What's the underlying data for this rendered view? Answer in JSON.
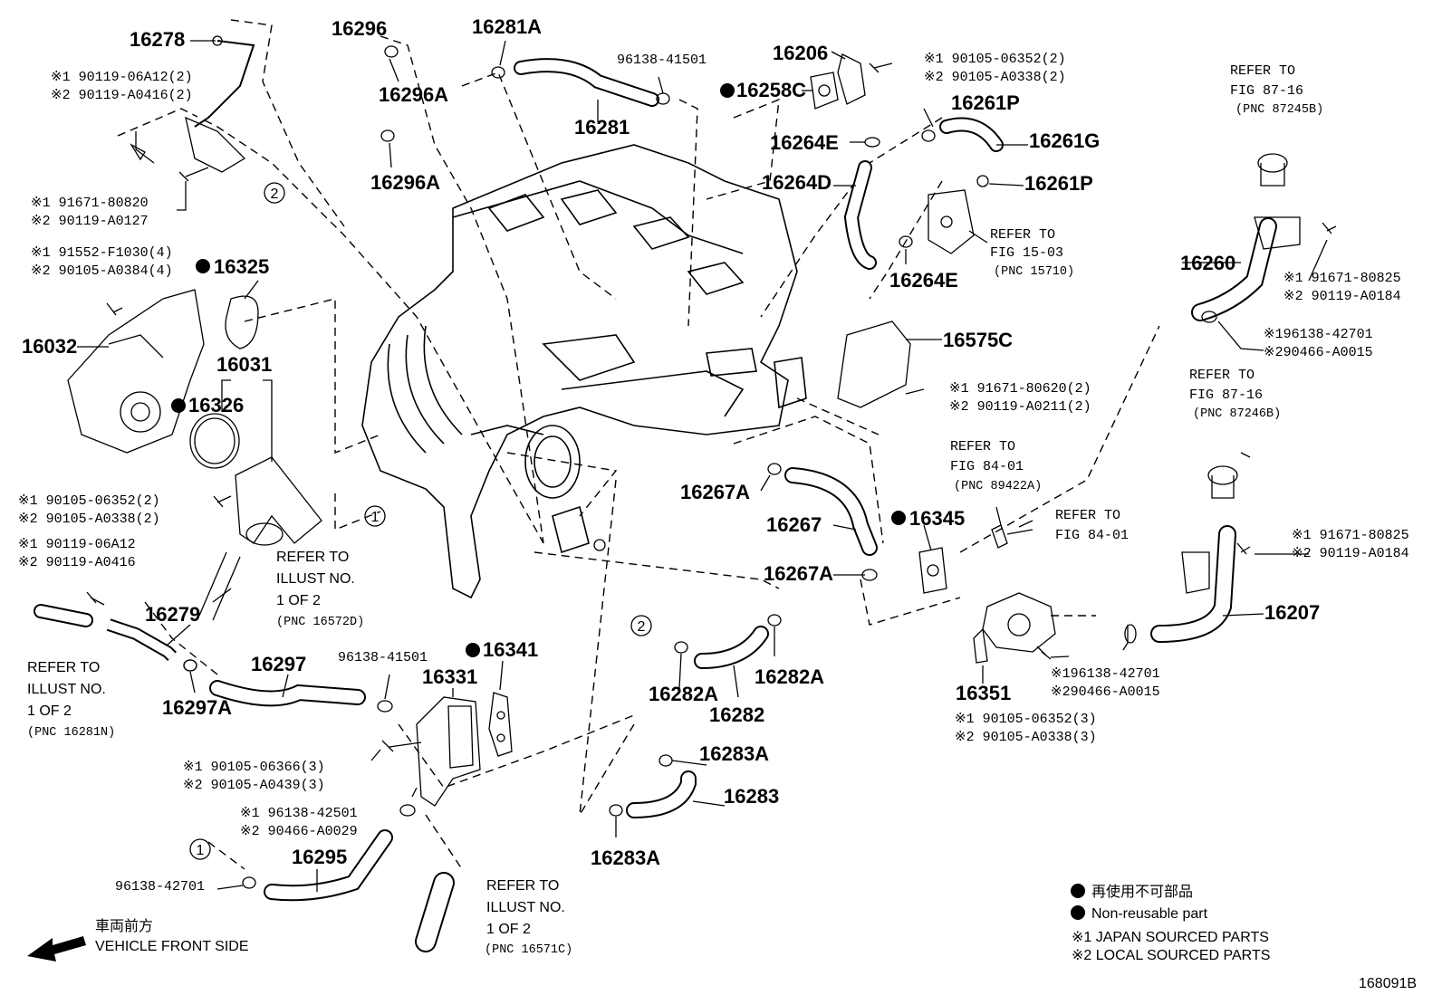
{
  "diagram_id": "168091B",
  "legend": {
    "non_reusable_jp": "再使用不可部品",
    "non_reusable_en": "Non-reusable part",
    "japan_sourced": "※1  JAPAN SOURCED PARTS",
    "local_sourced": "※2  LOCAL SOURCED PARTS"
  },
  "direction": {
    "jp": "車両前方",
    "en": "VEHICLE FRONT SIDE"
  },
  "callouts": {
    "one": "1",
    "two": "2"
  },
  "parts": {
    "p16278": "16278",
    "p16296": "16296",
    "p16296A_1": "16296A",
    "p16296A_2": "16296A",
    "p16281A": "16281A",
    "p16281": "16281",
    "p96138_41501_top": "96138-41501",
    "p16206": "16206",
    "p16258C": "16258C",
    "p16261P_1": "16261P",
    "p16261G": "16261G",
    "p16264E_1": "16264E",
    "p16264D": "16264D",
    "p16261P_2": "16261P",
    "p16264E_2": "16264E",
    "p16260": "16260",
    "p16325": "16325",
    "p16032": "16032",
    "p16031": "16031",
    "p16326": "16326",
    "p16575C": "16575C",
    "p16267A_1": "16267A",
    "p16267": "16267",
    "p16345": "16345",
    "p16267A_2": "16267A",
    "p16279": "16279",
    "p16297": "16297",
    "p16297A": "16297A",
    "p96138_41501_mid": "96138-41501",
    "p16341": "16341",
    "p16331": "16331",
    "p16282A_1": "16282A",
    "p16282A_2": "16282A",
    "p16282": "16282",
    "p16283A_1": "16283A",
    "p16283": "16283",
    "p16283A_2": "16283A",
    "p16295": "16295",
    "p96138_42701": "96138-42701",
    "p16351": "16351",
    "p16207": "16207"
  },
  "notes": {
    "n1a": "※1 90119-06A12(2)",
    "n1b": "※2 90119-A0416(2)",
    "n2a": "※1 91671-80820",
    "n2b": "※2 90119-A0127",
    "n3a": "※1 91552-F1030(4)",
    "n3b": "※2 90105-A0384(4)",
    "n4a": "※1 90105-06352(2)",
    "n4b": "※2 90105-A0338(2)",
    "n5a": "※1 90119-06A12",
    "n5b": "※2 90119-A0416",
    "n6a": "※1 90105-06366(3)",
    "n6b": "※2 90105-A0439(3)",
    "n7a": "※1 96138-42501",
    "n7b": "※2 90466-A0029",
    "n8a": "※1 90105-06352(2)",
    "n8b": "※2 90105-A0338(2)",
    "n9a": "※1 91671-80825",
    "n9b": "※2 90119-A0184",
    "n10a": "※196138-42701",
    "n10b": "※290466-A0015",
    "n11a": "※1 91671-80620(2)",
    "n11b": "※2 90119-A0211(2)",
    "n12a": "※1 91671-80825",
    "n12b": "※2 90119-A0184",
    "n13a": "※196138-42701",
    "n13b": "※290466-A0015",
    "n14a": "※1 90105-06352(3)",
    "n14b": "※2 90105-A0338(3)"
  },
  "refers": {
    "r1": {
      "l1": "REFER TO",
      "l2": "FIG 87-16",
      "l3": "(PNC 87245B)"
    },
    "r2": {
      "l1": "REFER TO",
      "l2": "FIG 15-03",
      "l3": "(PNC 15710)"
    },
    "r3": {
      "l1": "REFER TO",
      "l2": "FIG 87-16",
      "l3": "(PNC 87246B)"
    },
    "r4": {
      "l1": "REFER TO",
      "l2": "FIG 84-01",
      "l3": "(PNC 89422A)"
    },
    "r5": {
      "l1": "REFER TO",
      "l2": "FIG 84-01"
    },
    "r6": {
      "l1": "REFER TO",
      "l2": "ILLUST NO.",
      "l3": "1 OF 2",
      "l4": "(PNC 16572D)"
    },
    "r7": {
      "l1": "REFER TO",
      "l2": "ILLUST NO.",
      "l3": "1 OF 2",
      "l4": "(PNC 16281N)"
    },
    "r8": {
      "l1": "REFER TO",
      "l2": "ILLUST NO.",
      "l3": "1 OF 2",
      "l4": "(PNC 16571C)"
    }
  }
}
